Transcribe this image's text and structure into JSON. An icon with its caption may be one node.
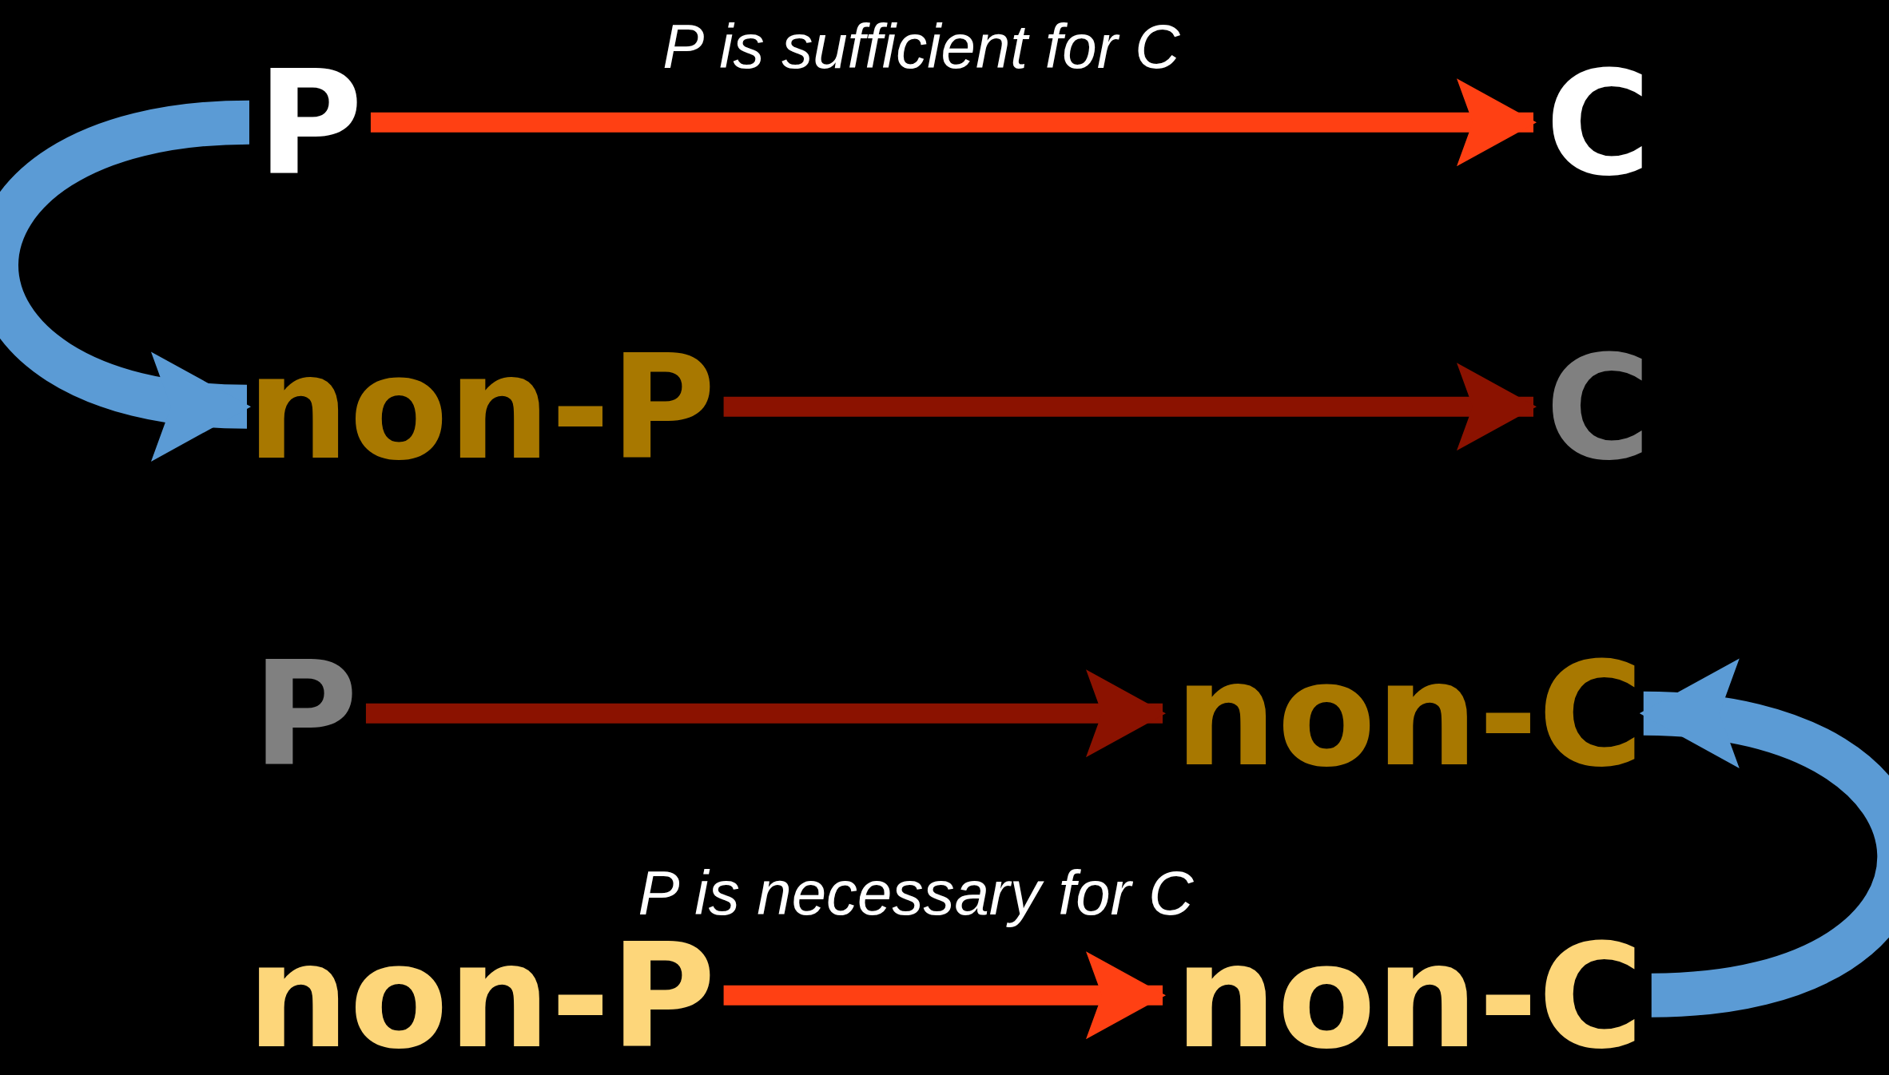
{
  "diagram": {
    "nodes": [
      {
        "text": [
          "P"
        ]
      },
      {
        "text": [
          "C"
        ]
      },
      {
        "text": [
          "non-P"
        ]
      },
      {
        "text": [
          "C"
        ]
      },
      {
        "text": [
          "P"
        ]
      },
      {
        "text": [
          "non-C"
        ]
      },
      {
        "text": [
          "non-P"
        ]
      },
      {
        "text": [
          "non-C"
        ]
      }
    ],
    "edges": [
      {
        "from": 0,
        "to": 1,
        "arrow": "to",
        "label": "P is sufficient for C",
        "color": "#ff4013"
      },
      {
        "from": 2,
        "to": 3,
        "arrow": "to",
        "color": "#8b1200"
      },
      {
        "from": 4,
        "to": 5,
        "arrow": "to",
        "color": "#8b1200"
      },
      {
        "from": 6,
        "to": 7,
        "arrow": "to",
        "label": "P is necessary for C",
        "color": "#ff4013"
      },
      {
        "from": 0,
        "to": 2,
        "arrow": "to",
        "style": "thick",
        "color": "#5b9bd5"
      },
      {
        "from": 7,
        "to": 5,
        "arrow": "to",
        "style": "thick",
        "color": "#5b9bd5"
      }
    ]
  }
}
